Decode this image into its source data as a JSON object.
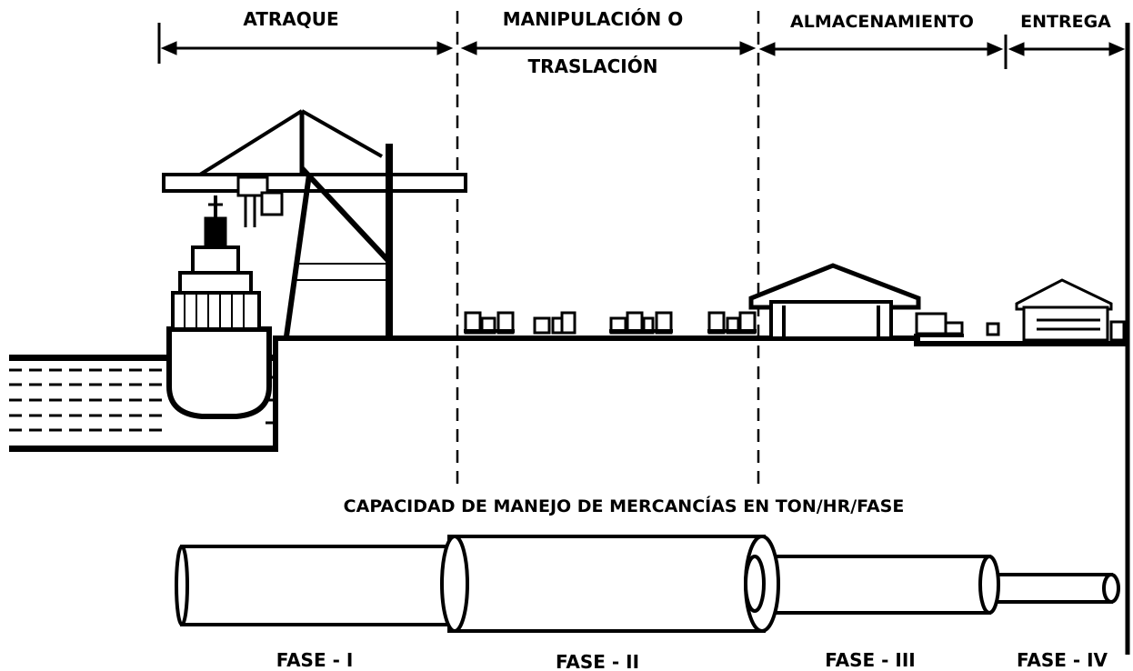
{
  "phases": [
    {
      "label": "ATRAQUE"
    },
    {
      "label_line1": "MANIPULACIÓN O",
      "label_line2": "TRASLACIÓN"
    },
    {
      "label": "ALMACENAMIENTO"
    },
    {
      "label": "ENTREGA"
    }
  ],
  "capacity_title": "CAPACIDAD DE MANEJO DE MERCANCÍAS EN TON/HR/FASE",
  "fases": [
    "FASE - I",
    "FASE - II",
    "FASE - III",
    "FASE - IV"
  ]
}
